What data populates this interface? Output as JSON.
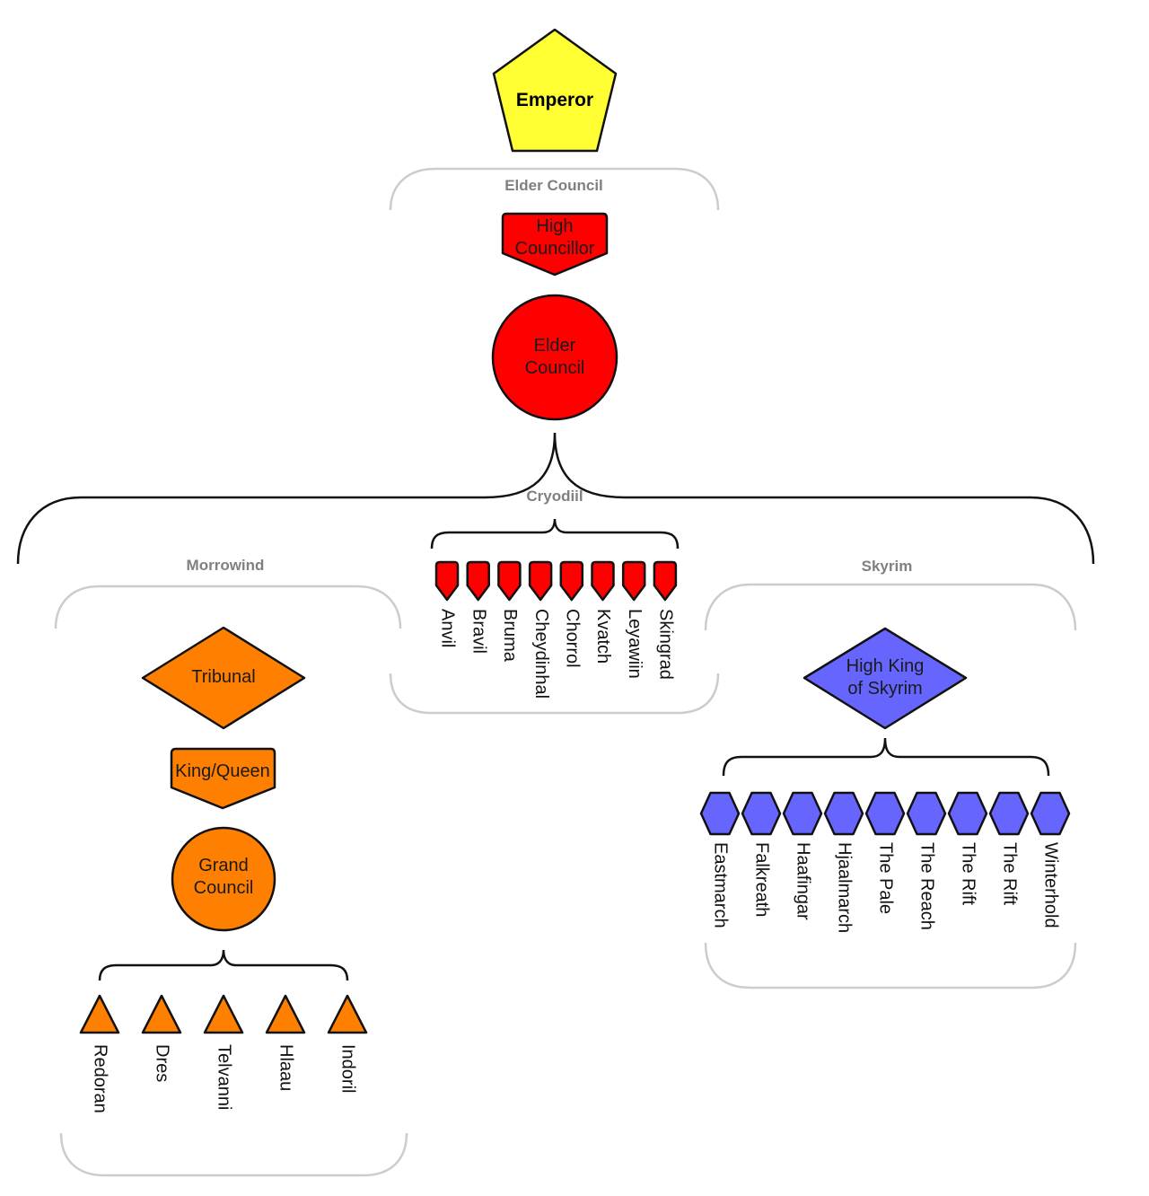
{
  "colors": {
    "emperor": "#ffff33",
    "cyrodiil": "#ff0000",
    "morrowind": "#ff8000",
    "skyrim": "#6666ff",
    "group_label": "#808080",
    "frame": "#cccccc"
  },
  "emperor": {
    "label": "Emperor",
    "shape": "pentagon"
  },
  "elder_council_group": {
    "label": "Elder Council",
    "high_councillor": {
      "line1": "High",
      "line2": "Councillor",
      "shape": "pentagon-down"
    },
    "elder_council": {
      "line1": "Elder",
      "line2": "Council",
      "shape": "circle"
    }
  },
  "cyrodiil": {
    "label": "Cryodiil",
    "cities": [
      "Anvil",
      "Bravil",
      "Bruma",
      "Cheydinhal",
      "Chorrol",
      "Kvatch",
      "Leyawiin",
      "Skingrad"
    ]
  },
  "morrowind": {
    "label": "Morrowind",
    "tribunal": {
      "label": "Tribunal",
      "shape": "diamond"
    },
    "king_queen": {
      "label": "King/Queen",
      "shape": "pentagon-down"
    },
    "grand_council": {
      "line1": "Grand",
      "line2": "Council",
      "shape": "circle"
    },
    "houses": [
      "Redoran",
      "Dres",
      "Telvanni",
      "Hlaau",
      "Indoril"
    ]
  },
  "skyrim": {
    "label": "Skyrim",
    "high_king": {
      "line1": "High King",
      "line2": "of Skyrim",
      "shape": "diamond"
    },
    "holds": [
      "Eastmarch",
      "Falkreath",
      "Haafingar",
      "Hjaalmarch",
      "The Pale",
      "The Reach",
      "The Rift",
      "The Rift",
      "Winterhold"
    ]
  }
}
